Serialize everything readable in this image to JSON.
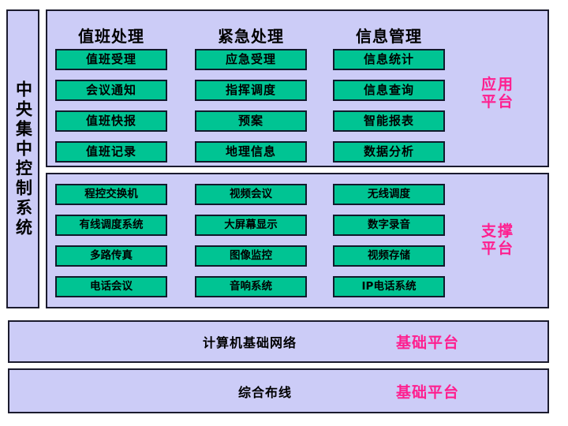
{
  "sidebar": {
    "label": "中央集中控制系统"
  },
  "panels": [
    {
      "id": "application",
      "platform_tag_line1": "应用",
      "platform_tag_line2": "平台",
      "columns": [
        {
          "heading": "值班处理",
          "items": [
            "值班受理",
            "会议通知",
            "值班快报",
            "值班记录"
          ]
        },
        {
          "heading": "紧急处理",
          "items": [
            "应急受理",
            "指挥调度",
            "预案",
            "地理信息"
          ]
        },
        {
          "heading": "信息管理",
          "items": [
            "信息统计",
            "信息查询",
            "智能报表",
            "数据分析"
          ]
        }
      ]
    },
    {
      "id": "support",
      "platform_tag_line1": "支撑",
      "platform_tag_line2": "平台",
      "columns": [
        {
          "heading": "",
          "items": [
            "程控交换机",
            "有线调度系统",
            "多路传真",
            "电话会议"
          ]
        },
        {
          "heading": "",
          "items": [
            "视频会议",
            "大屏幕显示",
            "图像监控",
            "音响系统"
          ]
        },
        {
          "heading": "",
          "items": [
            "无线调度",
            "数字录音",
            "视频存储",
            "IP电话系统"
          ]
        }
      ]
    }
  ],
  "bottom_bars": [
    {
      "label": "计算机基础网络",
      "tag": "基础平台"
    },
    {
      "label": "综合布线",
      "tag": "基础平台"
    }
  ],
  "colors": {
    "panel_background": "#ccccf7",
    "box_fill": "#00c493",
    "border": "#1b1b2e",
    "accent_pink": "#ff1f8f",
    "text": "#000000"
  }
}
